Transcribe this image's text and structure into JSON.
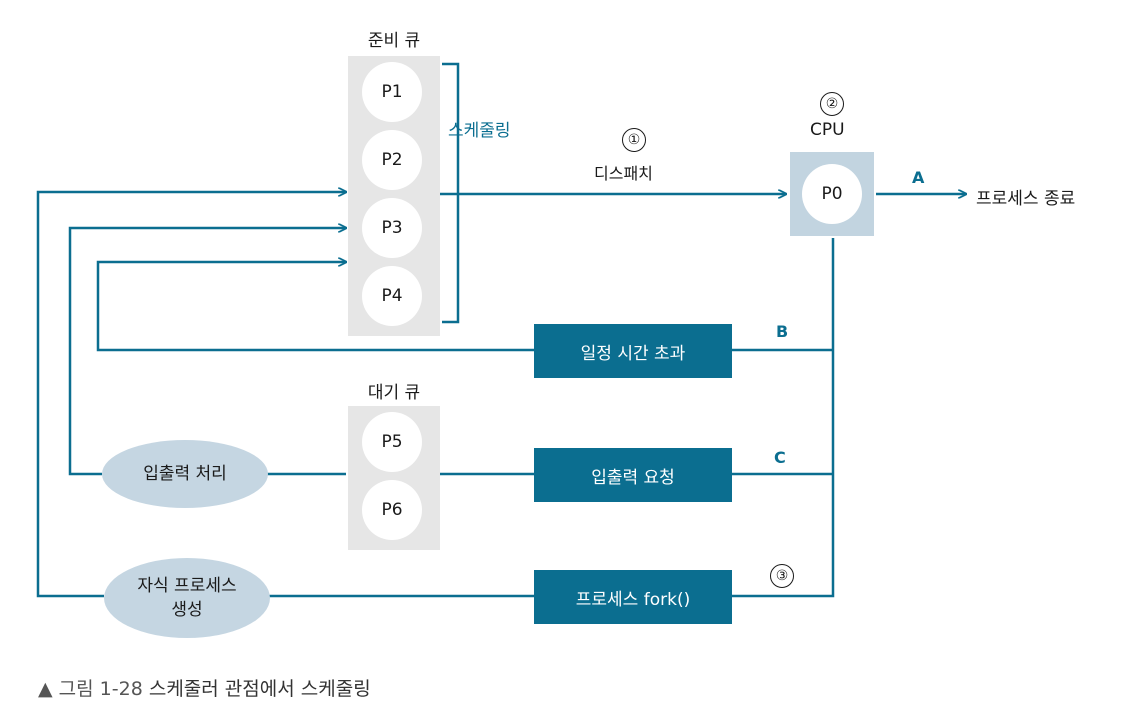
{
  "ready_queue": {
    "title": "준비 큐",
    "items": [
      "P1",
      "P2",
      "P3",
      "P4"
    ]
  },
  "waiting_queue": {
    "title": "대기 큐",
    "items": [
      "P5",
      "P6"
    ]
  },
  "scheduling_label": "스케줄링",
  "dispatch": {
    "number": "①",
    "label": "디스패치"
  },
  "cpu": {
    "number": "②",
    "label": "CPU",
    "process": "P0"
  },
  "exit_path": {
    "letter": "A",
    "label": "프로세스 종료"
  },
  "boxes": {
    "timeout": "일정 시간 초과",
    "io_request": "입출력 요청",
    "fork": "프로세스 fork()"
  },
  "path_letters": {
    "timeout": "B",
    "io_request": "C",
    "fork": "③"
  },
  "ellipses": {
    "io_handling": "입출력 처리",
    "child_line1": "자식 프로세스",
    "child_line2": "생성"
  },
  "caption": {
    "marker": "▲",
    "figure": "그림 1-28",
    "text": "스케줄러 관점에서 스케줄링"
  },
  "colors": {
    "accent": "#0b6e90",
    "queue_bg": "#e6e6e6",
    "cpu_bg": "#c2d4e0",
    "ellipse_bg": "#c5d6e2"
  }
}
